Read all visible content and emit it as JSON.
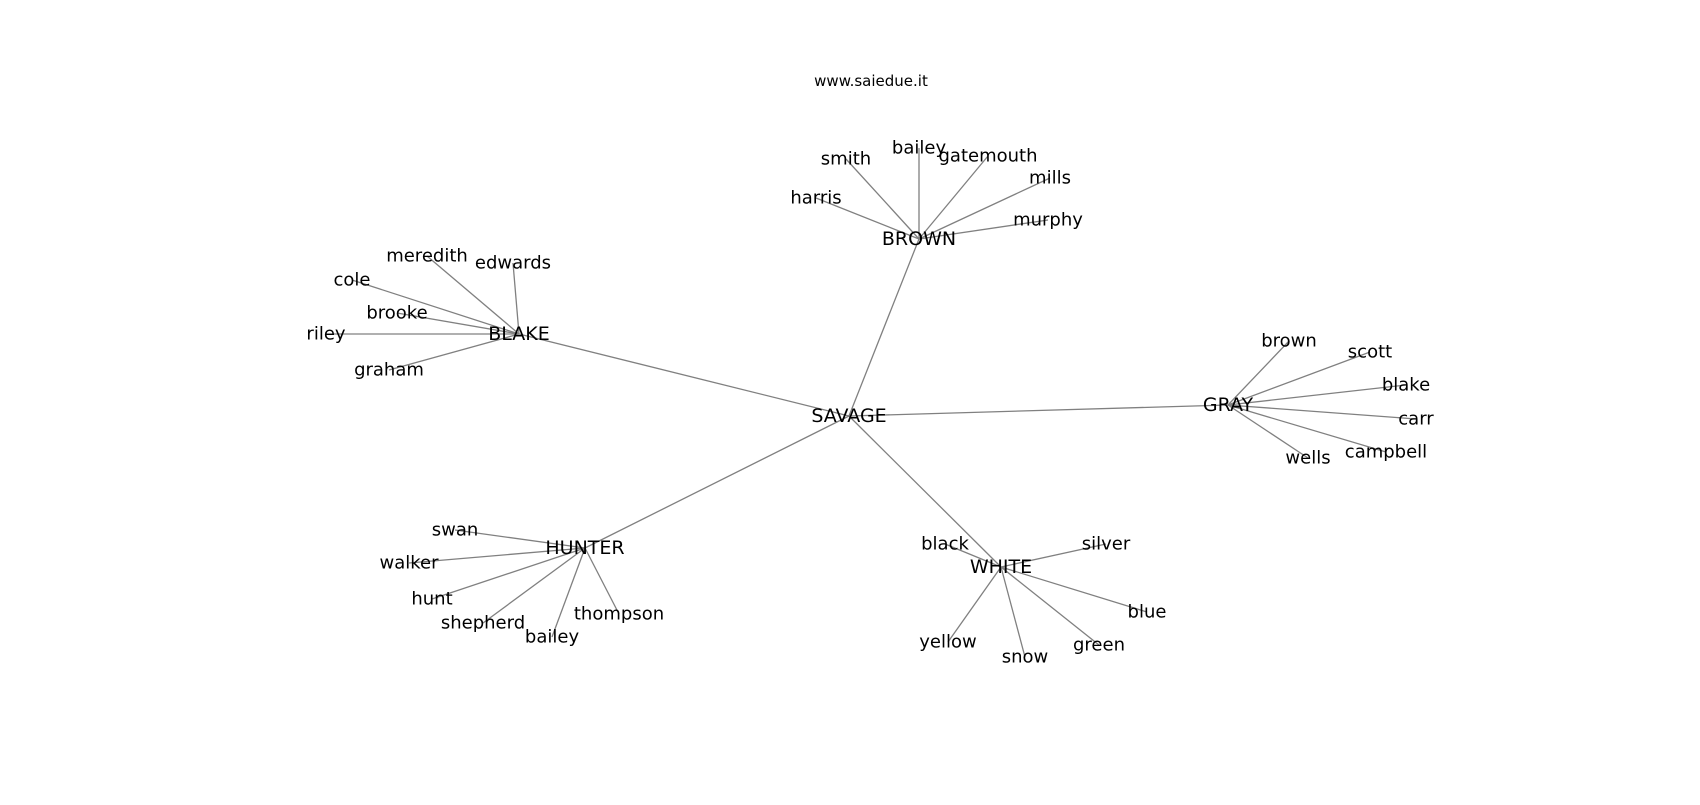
{
  "site": "www.saiedue.it",
  "diagram": {
    "center": "SAVAGE",
    "groups": [
      {
        "name": "BROWN",
        "members": [
          "smith",
          "bailey",
          "gatemouth",
          "mills",
          "harris",
          "murphy"
        ]
      },
      {
        "name": "BLAKE",
        "members": [
          "meredith",
          "edwards",
          "cole",
          "brooke",
          "riley",
          "graham"
        ]
      },
      {
        "name": "GRAY",
        "members": [
          "brown",
          "scott",
          "blake",
          "carr",
          "campbell",
          "wells"
        ]
      },
      {
        "name": "HUNTER",
        "members": [
          "swan",
          "walker",
          "hunt",
          "shepherd",
          "bailey",
          "thompson"
        ]
      },
      {
        "name": "WHITE",
        "members": [
          "black",
          "silver",
          "blue",
          "green",
          "snow",
          "yellow"
        ]
      }
    ]
  }
}
